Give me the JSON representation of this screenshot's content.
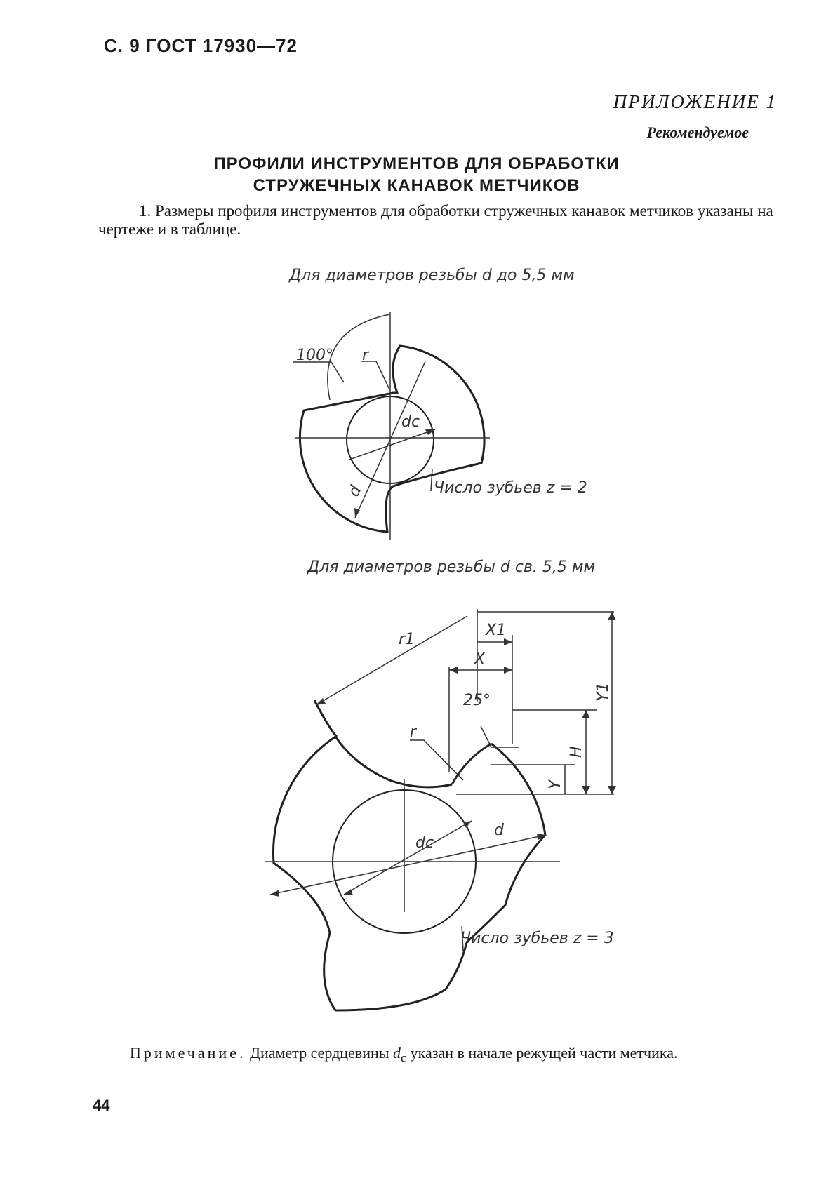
{
  "header": "С. 9 ГОСТ 17930—72",
  "appendix": {
    "title": "ПРИЛОЖЕНИЕ 1",
    "status": "Рекомендуемое"
  },
  "title": {
    "line1": "ПРОФИЛИ ИНСТРУМЕНТОВ ДЛЯ ОБРАБОТКИ",
    "line2": "СТРУЖЕЧНЫХ КАНАВОК МЕТЧИКОВ"
  },
  "paragraph": "1. Размеры профиля инструментов для обработки стружечных канавок метчиков указаны на чертеже и в таблице.",
  "figure1": {
    "caption": "Для диаметров резьбы d до 5,5 мм",
    "label_angle": "100°",
    "label_r": "r",
    "label_dc": "dc",
    "label_d": "d",
    "label_teeth": "Число зубьев z = 2"
  },
  "figure2": {
    "caption": "Для диаметров резьбы d св. 5,5 мм",
    "label_r1": "r1",
    "label_x1": "X1",
    "label_x": "X",
    "label_y1": "Y1",
    "label_angle": "25°",
    "label_r": "r",
    "label_h": "H",
    "label_y": "Y",
    "label_dc": "dc",
    "label_d": "d",
    "label_teeth": "Число зубьев z = 3"
  },
  "note": {
    "lead": "Примечание.",
    "text_before": " Диаметр сердцевины ",
    "symbol": "d",
    "subscript": "с",
    "text_after": " указан в начале режущей части метчика."
  },
  "page_number": "44"
}
